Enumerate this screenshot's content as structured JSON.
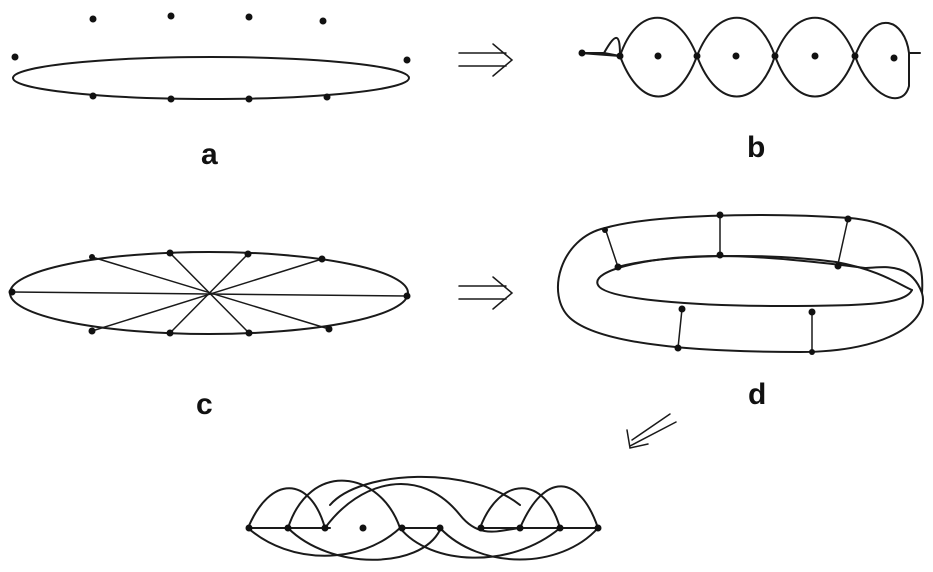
{
  "panels": [
    {
      "id": "a",
      "label": "a"
    },
    {
      "id": "b",
      "label": "b"
    },
    {
      "id": "c",
      "label": "c"
    },
    {
      "id": "d",
      "label": "d"
    },
    {
      "id": "e",
      "label": ""
    }
  ],
  "arrows": [
    {
      "from": "a",
      "to": "b",
      "icon": "double-right-arrow-icon"
    },
    {
      "from": "c",
      "to": "d",
      "icon": "double-right-arrow-icon"
    },
    {
      "from": "d",
      "to": "e",
      "icon": "double-down-left-arrow-icon"
    }
  ]
}
